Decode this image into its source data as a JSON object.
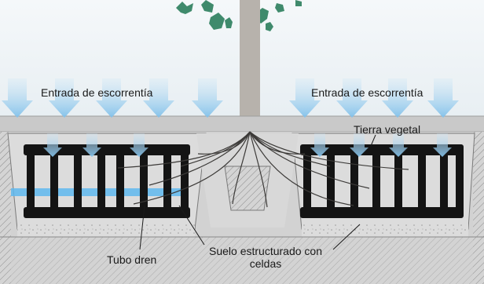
{
  "labels": {
    "runoff_left": "Entrada de escorrentía",
    "runoff_right": "Entrada de escorrentía",
    "topsoil": "Tierra vegetal",
    "drain_pipe": "Tubo dren",
    "structured_soil_line1": "Suelo estructurado con",
    "structured_soil_line2": "celdas"
  },
  "colors": {
    "sky": "#eef3f6",
    "arrow": "#8ec7ea",
    "soil": "#cfcfcf",
    "cell": "#141414",
    "water": "#5fb8ee",
    "root": "#3c3a38",
    "leaves": "#3f8a6c",
    "trunk": "#b7b2ac"
  }
}
